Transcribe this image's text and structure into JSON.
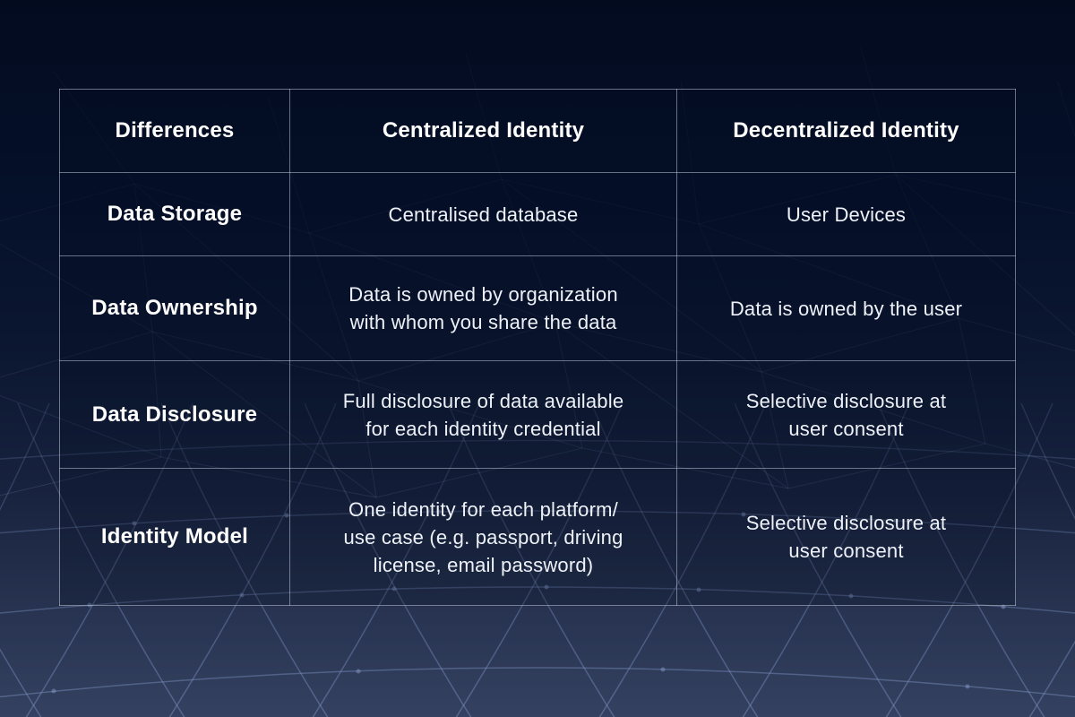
{
  "chart_data": {
    "type": "table",
    "columns": [
      "Differences",
      "Centralized Identity",
      "Decentralized Identity"
    ],
    "rows": [
      [
        "Data Storage",
        "Centralised database",
        "User Devices"
      ],
      [
        "Data Ownership",
        "Data is owned by organization\nwith whom you share the data",
        "Data is owned by the user"
      ],
      [
        "Data Disclosure",
        "Full disclosure of data available\nfor each identity credential",
        "Selective disclosure at\nuser consent"
      ],
      [
        "Identity Model",
        "One identity for each platform/\nuse case (e.g. passport, driving\nlicense, email password)",
        "Selective disclosure at\nuser consent"
      ]
    ],
    "layout": {
      "grid": "on",
      "header_row": true,
      "bold_first_column": true
    }
  },
  "colors": {
    "background_top": "#030b1f",
    "background_bottom": "#344160",
    "table_border": "#8b93a5",
    "header_text": "#ffffff",
    "body_text": "#eef2f8",
    "mesh_line": "#7d93c4"
  }
}
